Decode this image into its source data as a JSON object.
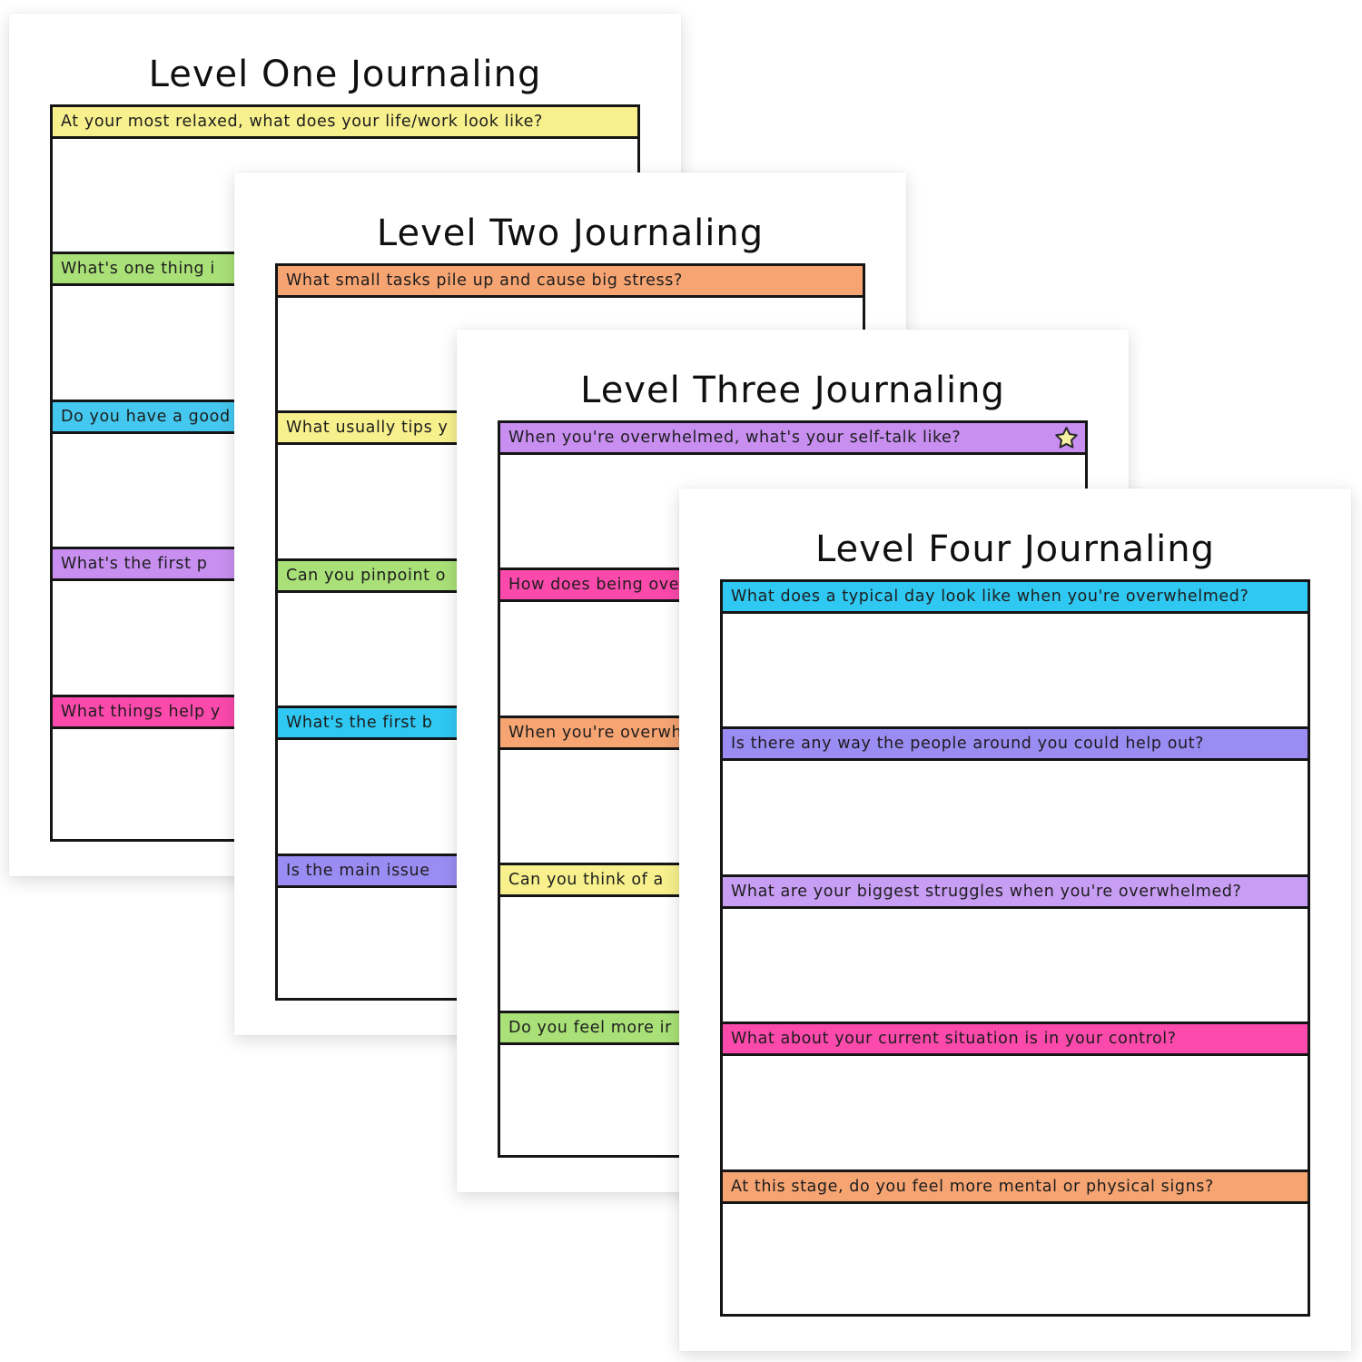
{
  "pages": [
    {
      "title": "Level One Journaling",
      "questions": [
        {
          "text": "At your most relaxed, what does your life/work look like?",
          "bar_color": "#F7F08D"
        },
        {
          "text": "What's one thing i",
          "bar_color": "#A9E077"
        },
        {
          "text": "Do you have a good",
          "bar_color": "#45C8F0"
        },
        {
          "text": "What's the first p",
          "bar_color": "#C88FF1"
        },
        {
          "text": "What things help y",
          "bar_color": "#FB49AC"
        }
      ]
    },
    {
      "title": "Level Two Journaling",
      "questions": [
        {
          "text": "What small tasks pile up and cause big stress?",
          "bar_color": "#F5A472"
        },
        {
          "text": "What usually tips y",
          "bar_color": "#F7F08D"
        },
        {
          "text": "Can you pinpoint o",
          "bar_color": "#A9E077"
        },
        {
          "text": "What's the first b",
          "bar_color": "#2EC8F2"
        },
        {
          "text": "Is the main issue",
          "bar_color": "#9B8CF3"
        }
      ]
    },
    {
      "title": "Level Three Journaling",
      "questions": [
        {
          "text": "When you're overwhelmed, what's your self-talk like?",
          "bar_color": "#C88FF1",
          "icon": "star-icon",
          "icon_fill": "#F6F1A2"
        },
        {
          "text": "How does being ove",
          "bar_color": "#FB49AC"
        },
        {
          "text": "When you're overwh",
          "bar_color": "#F5A472"
        },
        {
          "text": "Can you think of a",
          "bar_color": "#F7F08D"
        },
        {
          "text": "Do you feel more ir",
          "bar_color": "#A9E077"
        }
      ]
    },
    {
      "title": "Level Four Journaling",
      "questions": [
        {
          "text": "What does a typical day look like when you're overwhelmed?",
          "bar_color": "#2EC8F2"
        },
        {
          "text": "Is there any way the people around you could help out?",
          "bar_color": "#9B8CF3"
        },
        {
          "text": "What are your biggest struggles when you're overwhelmed?",
          "bar_color": "#C89DF4"
        },
        {
          "text": "What about your current situation is in your control?",
          "bar_color": "#FB49AC"
        },
        {
          "text": "At this stage, do you feel more mental or physical signs?",
          "bar_color": "#F5A472"
        }
      ]
    }
  ]
}
